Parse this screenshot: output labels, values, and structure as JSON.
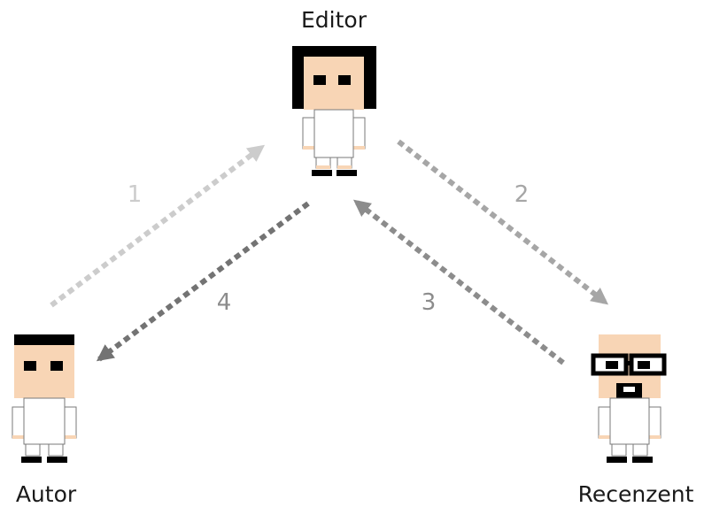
{
  "characters": {
    "editor": {
      "name": "Editor"
    },
    "author": {
      "name": "Autor"
    },
    "reviewer": {
      "name": "Recenzent"
    }
  },
  "steps": [
    {
      "label": "1",
      "from": "Autor",
      "to": "Editor",
      "color": "#cccccc"
    },
    {
      "label": "2",
      "from": "Editor",
      "to": "Recenzent",
      "color": "#a6a6a6"
    },
    {
      "label": "3",
      "from": "Recenzent",
      "to": "Editor",
      "color": "#8c8c8c"
    },
    {
      "label": "4",
      "from": "Editor",
      "to": "Autor",
      "color": "#737373"
    }
  ],
  "colors": {
    "skin": "#f8d5b5",
    "hair": "#000000",
    "shirt": "#ffffff",
    "outline": "#7a7a7a"
  }
}
